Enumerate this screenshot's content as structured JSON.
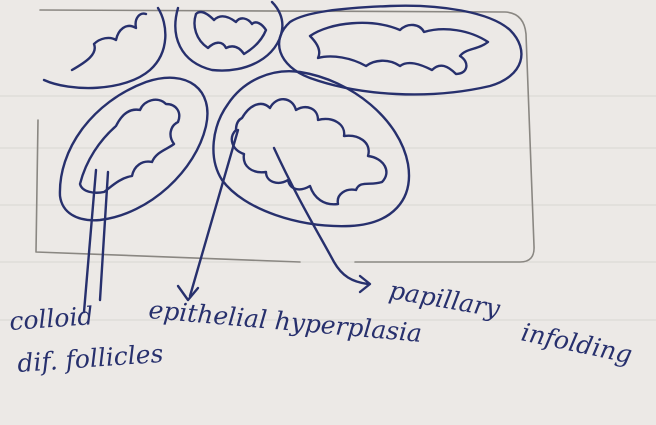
{
  "diagram": {
    "ink_color": "#27306d",
    "pencil_color": "#8a8782",
    "paper_color": "#ece9e6",
    "labels": {
      "colloid_line1": "colloid",
      "colloid_line2": "dif. follicles",
      "epithelial": "epithelial hyperplasia",
      "papillary_line1": "papillary",
      "papillary_line2": "infolding"
    }
  }
}
